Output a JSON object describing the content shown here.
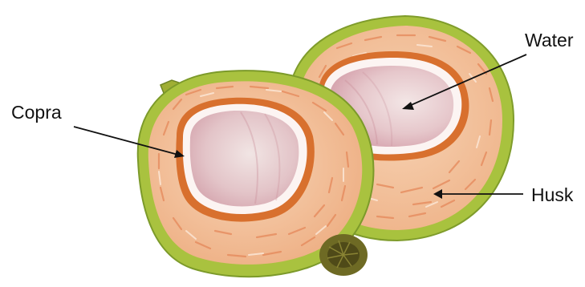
{
  "labels": {
    "copra": "Copra",
    "water": "Water",
    "husk": "Husk"
  },
  "colors": {
    "outer_skin": "#a9c23f",
    "outer_skin_dark": "#7c9a2a",
    "husk_fiber": "#f2bf96",
    "husk_fiber_light": "#f8d7bd",
    "husk_streak": "#e58b5a",
    "shell": "#d9712f",
    "copra_white": "#fbf3f1",
    "water_pink_light": "#ecd6d8",
    "water_pink_dark": "#d7a6b0",
    "stem": "#6d6b25",
    "arrow": "#111111"
  }
}
